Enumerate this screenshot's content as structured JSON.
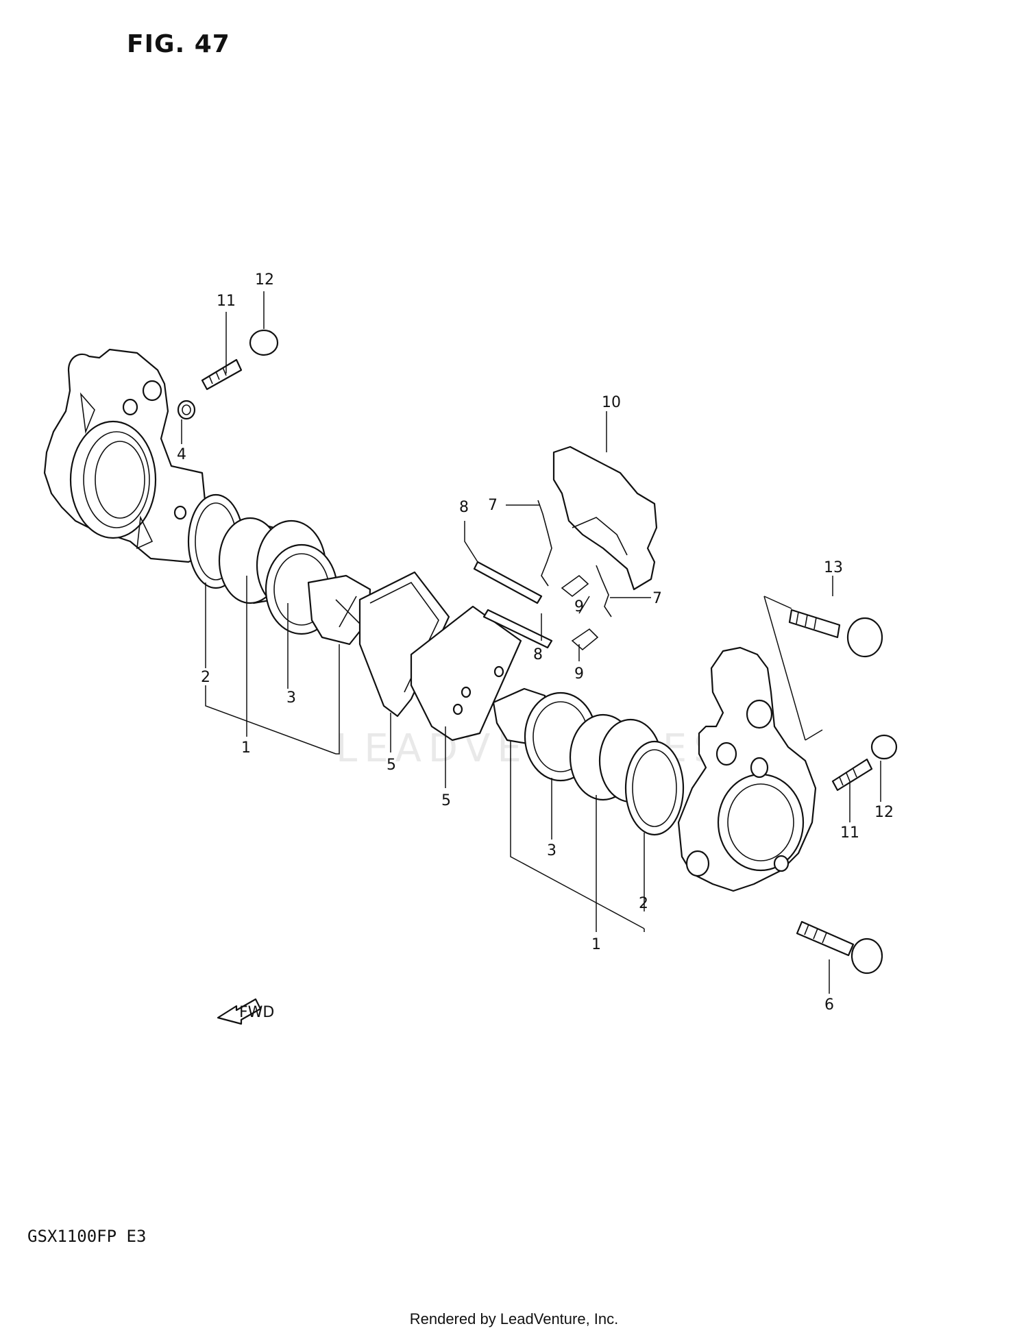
{
  "figure_title": "FIG. 47",
  "model_code": "GSX1100FP  E3",
  "render_credit": "Rendered by LeadVenture, Inc.",
  "watermark": "LEADVENTURES",
  "fwd_label": "FWD",
  "callouts": {
    "left_1": "1",
    "left_2": "2",
    "left_3": "3",
    "left_4": "4",
    "left_5": "5",
    "left_11": "11",
    "left_12": "12",
    "mid_5": "5",
    "upper_7": "7",
    "lower_7": "7",
    "upper_8": "8",
    "lower_8": "8",
    "upper_9": "9",
    "lower_9": "9",
    "top_10": "10",
    "top_13": "13",
    "right_1": "1",
    "right_2": "2",
    "right_3": "3",
    "right_6": "6",
    "right_11": "11",
    "right_12": "12"
  }
}
